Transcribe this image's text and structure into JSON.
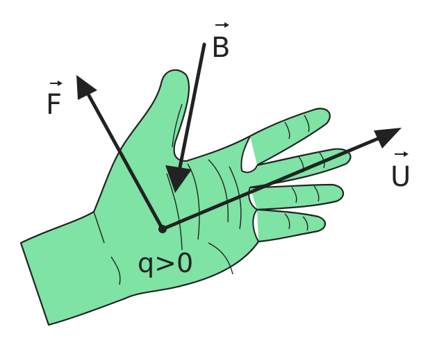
{
  "vectors": {
    "b": {
      "label": "B"
    },
    "f": {
      "label": "F"
    },
    "u": {
      "label": "U"
    }
  },
  "charge": {
    "label": "q>0"
  },
  "colors": {
    "hand_fill": "#7ee3a4",
    "outline": "#222222",
    "arrow": "#222222"
  }
}
